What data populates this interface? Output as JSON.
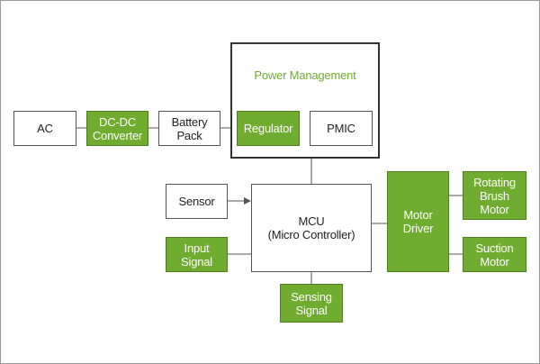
{
  "colors": {
    "accent": "#6fac2f",
    "box_border": "#555555",
    "text": "#222222",
    "line": "#555555"
  },
  "power_management": {
    "title": "Power Management",
    "regulator": "Regulator",
    "pmic": "PMIC"
  },
  "blocks": {
    "ac": "AC",
    "dcdc": "DC-DC\nConverter",
    "battery": "Battery\nPack",
    "sensor": "Sensor",
    "input_signal": "Input\nSignal",
    "mcu": "MCU\n(Micro Controller)",
    "sensing_signal": "Sensing\nSignal",
    "motor_driver": "Motor\nDriver",
    "rotating_brush_motor": "Rotating\nBrush\nMotor",
    "suction_motor": "Suction\nMotor"
  }
}
